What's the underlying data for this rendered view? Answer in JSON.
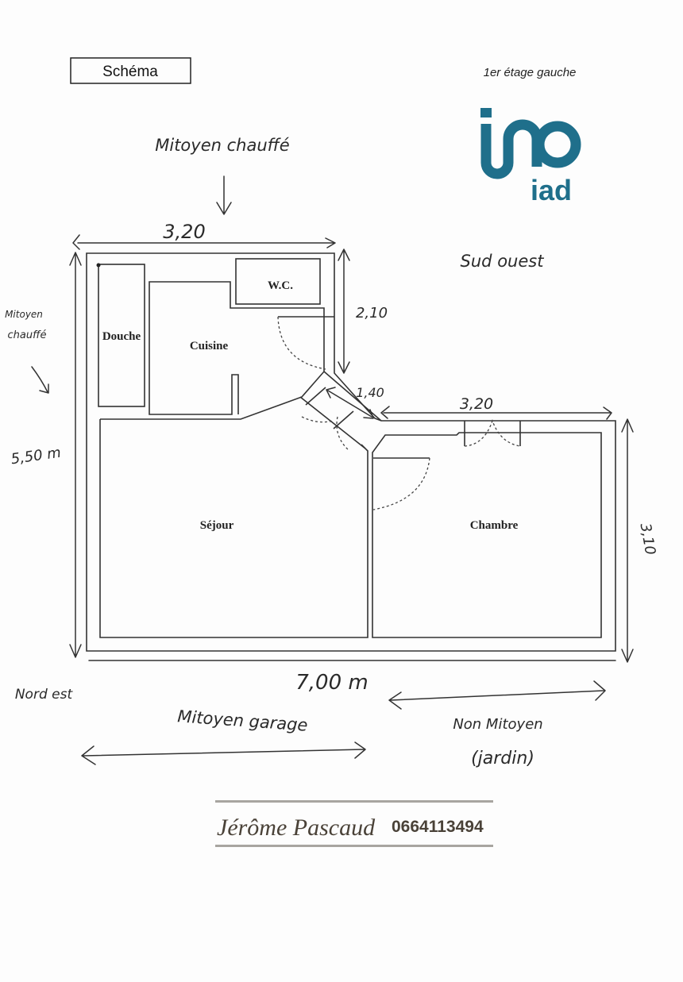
{
  "header": {
    "title": "Schéma",
    "floor": "1er étage gauche"
  },
  "logo": {
    "text": "iad",
    "color": "#1f6f8b"
  },
  "rooms": {
    "wc": "W.C.",
    "douche": "Douche",
    "cuisine": "Cuisine",
    "sejour": "Séjour",
    "chambre": "Chambre"
  },
  "annotations": {
    "top_neighbor": "Mitoyen chauffé",
    "left_neighbor_line1": "Mitoyen",
    "left_neighbor_line2": "chauffé",
    "orientation_top": "Sud ouest",
    "orientation_bottom": "Nord est",
    "bottom_left_neighbor": "Mitoyen garage",
    "bottom_right_neighbor_line1": "Non Mitoyen",
    "bottom_right_neighbor_line2": "(jardin)"
  },
  "dimensions": {
    "top_width": "3,20",
    "wc_height": "2,10",
    "corridor": "1,40",
    "chambre_width": "3,20",
    "left_height": "5,50 m",
    "right_height": "3,10",
    "total_width": "7,00 m"
  },
  "footer": {
    "name": "Jérôme Pascaud",
    "phone": "0664113494"
  }
}
